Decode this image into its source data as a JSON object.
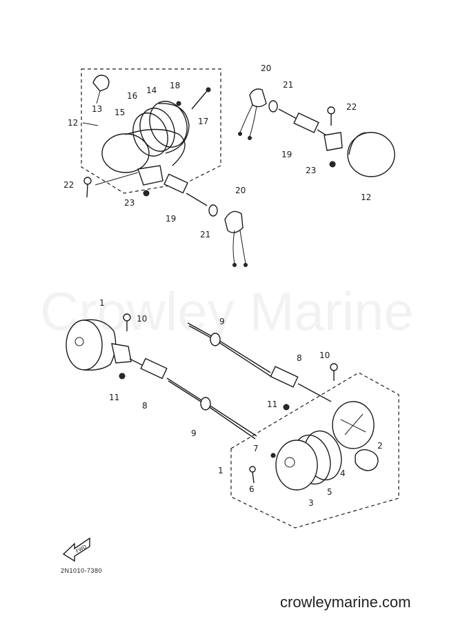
{
  "watermark": "Crowley Marine",
  "diagram_code": "2N1010-7380",
  "website": "crowleymarine.com",
  "front_arrow_label": "FWD",
  "callouts": {
    "c1a": "1",
    "c1b": "1",
    "c2": "2",
    "c3": "3",
    "c4": "4",
    "c5": "5",
    "c6": "6",
    "c7": "7",
    "c8a": "8",
    "c8b": "8",
    "c9a": "9",
    "c9b": "9",
    "c10a": "10",
    "c10b": "10",
    "c11a": "11",
    "c11b": "11",
    "c12a": "12",
    "c12b": "12",
    "c13": "13",
    "c14": "14",
    "c15": "15",
    "c16": "16",
    "c17": "17",
    "c18": "18",
    "c19a": "19",
    "c19b": "19",
    "c20a": "20",
    "c20b": "20",
    "c21a": "21",
    "c21b": "21",
    "c22a": "22",
    "c22b": "22",
    "c23a": "23",
    "c23b": "23"
  },
  "icons": {
    "front_arrow": "arrow-left-icon"
  }
}
